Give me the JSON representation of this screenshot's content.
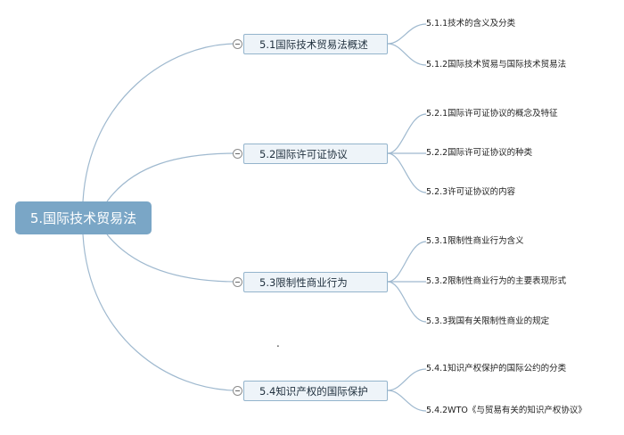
{
  "root": {
    "label": "5.国际技术贸易法"
  },
  "branches": [
    {
      "label": "5.1国际技术贸易法概述",
      "children": [
        "5.1.1技术的含义及分类",
        "5.1.2国际技术贸易与国际技术贸易法"
      ]
    },
    {
      "label": "5.2国际许可证协议",
      "children": [
        "5.2.1国际许可证协议的概念及特征",
        "5.2.2国际许可证协议的种类",
        "5.2.3许可证协议的内容"
      ]
    },
    {
      "label": "5.3限制性商业行为",
      "children": [
        "5.3.1限制性商业行为含义",
        "5.3.2限制性商业行为的主要表现形式",
        "5.3.3我国有关限制性商业的规定"
      ]
    },
    {
      "label": "5.4知识产权的国际保护",
      "children": [
        "5.4.1知识产权保护的国际公约的分类",
        "5.4.2WTO《与贸易有关的知识产权协议》"
      ]
    }
  ],
  "stray_mark": ".",
  "colors": {
    "root_fill": "#7aa6c6",
    "branch_fill": "#eef4f9",
    "branch_border": "#94b4cc",
    "connector": "#9fb9cf"
  }
}
